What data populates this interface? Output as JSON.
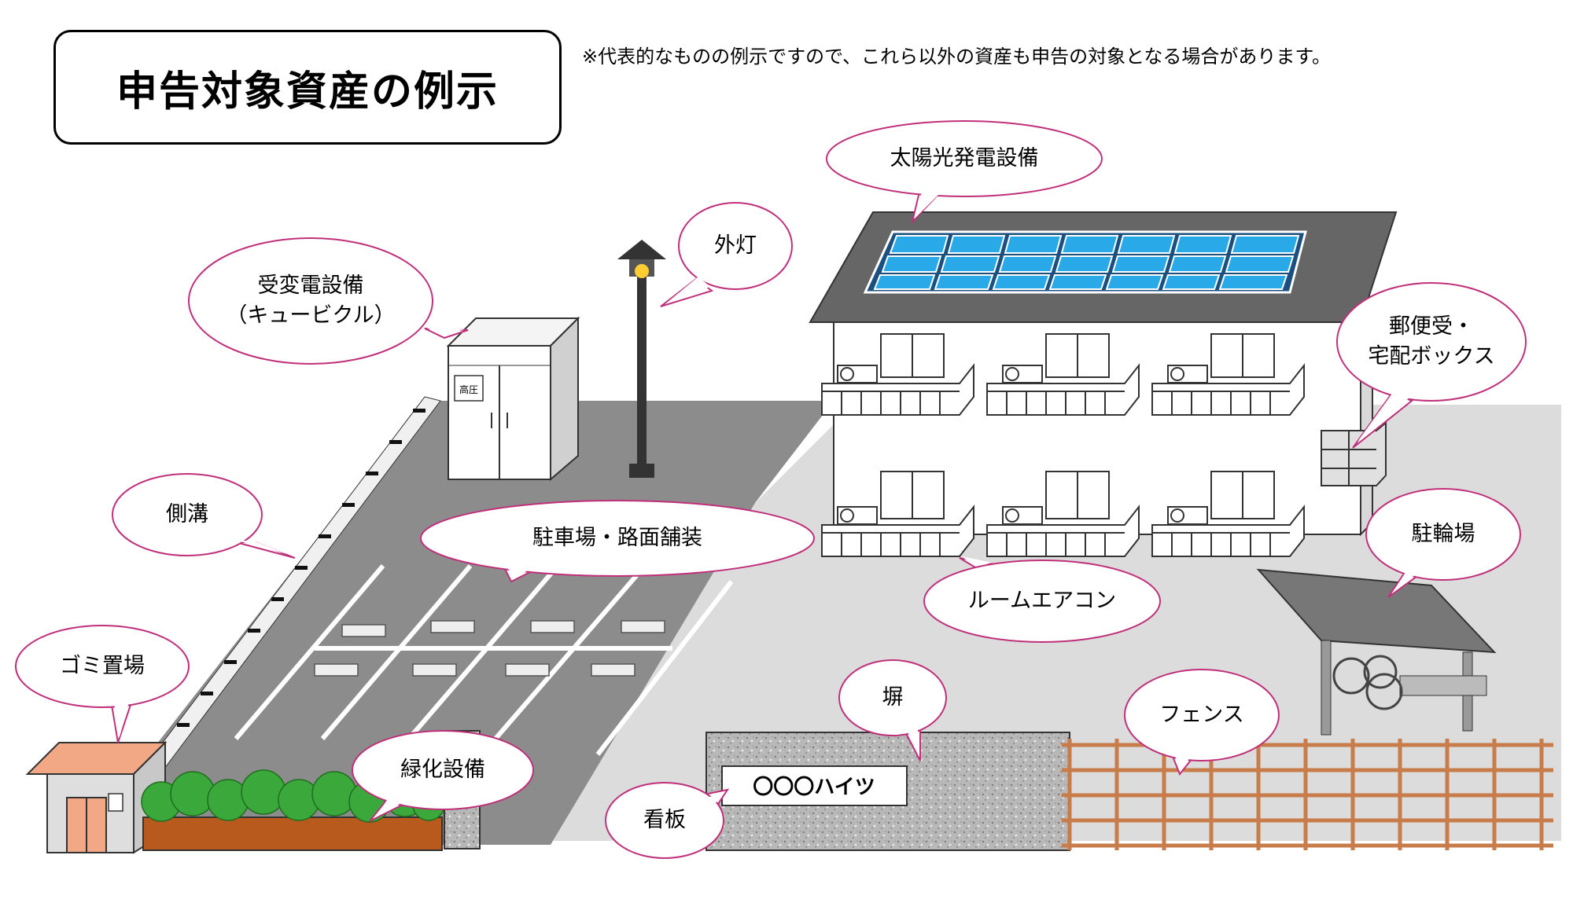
{
  "title": "申告対象資産の例示",
  "note": "※代表的なものの例示ですので、これら以外の資産も申告の対象となる場合があります。",
  "labels": {
    "solar": "太陽光発電設備",
    "outdoor_light": "外灯",
    "cubicle_line1": "受変電設備",
    "cubicle_line2": "（キュービクル）",
    "mailbox_line1": "郵便受・",
    "mailbox_line2": "宅配ボックス",
    "gutter": "側溝",
    "parking": "駐車場・路面舗装",
    "room_aircon": "ルームエアコン",
    "bicycle_parking": "駐輪場",
    "garbage": "ゴミ置場",
    "wall": "塀",
    "fence": "フェンス",
    "greening": "緑化設備",
    "signboard": "看板"
  },
  "sign_text": "〇〇〇ハイツ",
  "cubicle_badge": "高圧",
  "colors": {
    "bubble_border": "#c0307a",
    "solar_panel": "#2aa9e8",
    "roof": "#666666",
    "asphalt": "#8c8c8c",
    "ground": "#dcdcdc",
    "fence": "#c87c4a",
    "greenery": "#3aa83a",
    "planter": "#b85a1e",
    "garbage_roof": "#f2a884"
  }
}
